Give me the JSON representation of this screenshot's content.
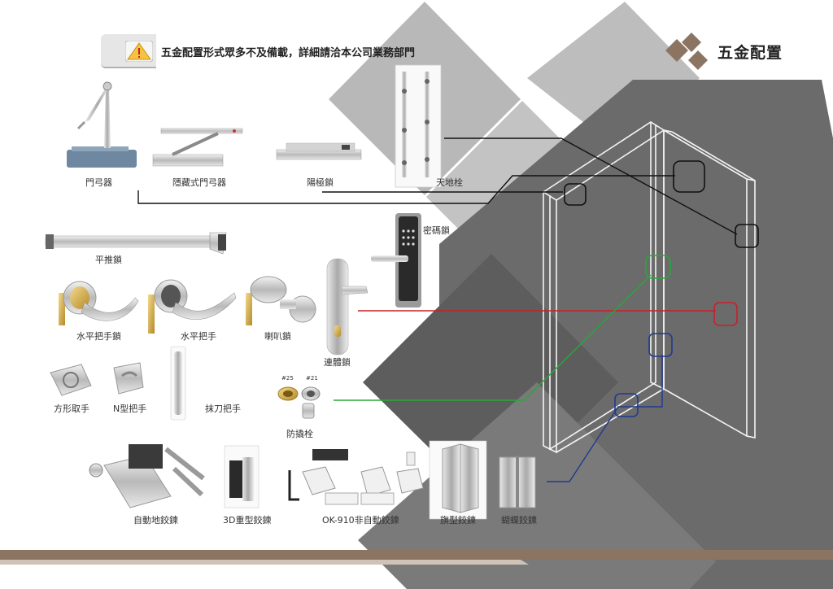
{
  "notice": {
    "text": "五金配置形式眾多不及備載，詳細請洽本公司業務部門",
    "icon": "warning-icon"
  },
  "brand": {
    "title": "五金配置",
    "icon": "diamond-cluster-icon"
  },
  "colors": {
    "accent_brown": "#8c7462",
    "dark_gray": "#6b6b6b",
    "light_gray": "#bdbdbd",
    "marker_black": "#111111",
    "marker_red": "#c8202a",
    "marker_green": "#2aa63a",
    "marker_blue": "#1f3b8f"
  },
  "hardware": {
    "door_closer": "門弓器",
    "concealed_closer": "隱藏式門弓器",
    "dead_bolt": "陽極鎖",
    "flush_bolt": "天地栓",
    "combo_lock": "密碼鎖",
    "panic_bar": "平推鎖",
    "lever_lock": "水平把手鎖",
    "lever_handle": "水平把手",
    "knob_lock": "喇叭鎖",
    "mortise_lock": "連體鎖",
    "square_pull": "方形取手",
    "n_pull": "N型把手",
    "bar_pull": "抹刀把手",
    "dust_socket": "防撬栓",
    "floor_hinge": "自動地鉸鍊",
    "heavy_3d_hinge": "3D重型鉸鍊",
    "ok910_hinge": "OK-910非自動鉸鍊",
    "flag_hinge": "旗型鉸鍊",
    "butterfly_hinge": "蝴蝶鉸鍊",
    "size_small": "#21",
    "size_large": "#25"
  }
}
